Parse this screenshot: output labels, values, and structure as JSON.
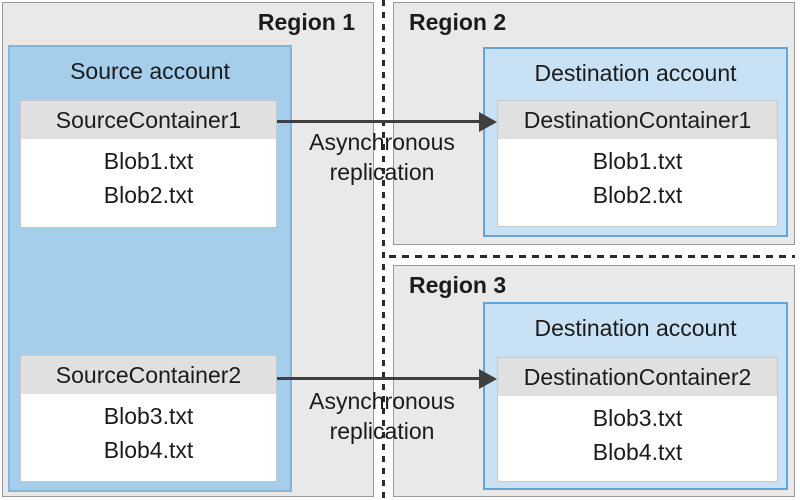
{
  "diagram": {
    "regions": [
      {
        "label": "Region 1"
      },
      {
        "label": "Region 2"
      },
      {
        "label": "Region 3"
      }
    ],
    "source_account": {
      "title": "Source account",
      "containers": [
        {
          "name": "SourceContainer1",
          "blobs": [
            "Blob1.txt",
            "Blob2.txt"
          ]
        },
        {
          "name": "SourceContainer2",
          "blobs": [
            "Blob3.txt",
            "Blob4.txt"
          ]
        }
      ]
    },
    "destination_accounts": [
      {
        "title": "Destination account",
        "container": {
          "name": "DestinationContainer1",
          "blobs": [
            "Blob1.txt",
            "Blob2.txt"
          ]
        }
      },
      {
        "title": "Destination account",
        "container": {
          "name": "DestinationContainer2",
          "blobs": [
            "Blob3.txt",
            "Blob4.txt"
          ]
        }
      }
    ],
    "replication_arrows": [
      {
        "label_lines": [
          "Asynchronous",
          "replication"
        ]
      },
      {
        "label_lines": [
          "Asynchronous",
          "replication"
        ]
      }
    ],
    "colors": {
      "region_fill": "#e9e9e9",
      "region_border": "#9a9a9a",
      "source_account_fill": "#a5ceec",
      "source_account_border": "#82b5dc",
      "destination_account_fill": "#c8e1f4",
      "destination_account_border": "#66a4d7",
      "container_header_fill": "#e0e0e0",
      "container_body_fill": "#ffffff",
      "text": "#1b1b1b",
      "arrow": "#3f3f3f",
      "dashed_line": "#2b2b2b"
    }
  }
}
